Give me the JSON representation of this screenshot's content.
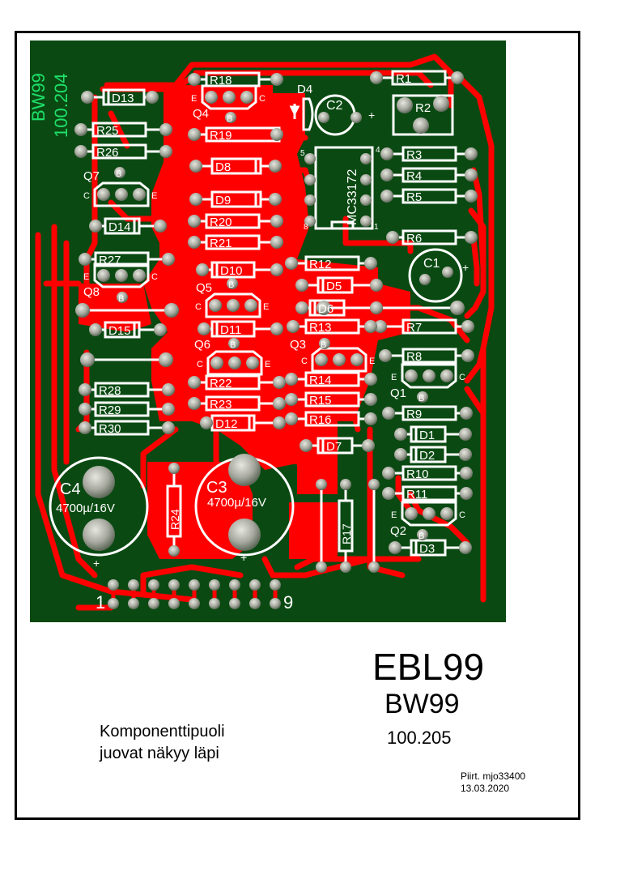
{
  "board": {
    "side_label": "BW99",
    "side_code": "100.204",
    "colors": {
      "substrate": "#0a4a12",
      "copper": "#ff0000",
      "silkscreen": "#ffffff",
      "pad": "#b9bab0",
      "label_green": "#1ee06a"
    }
  },
  "components": {
    "resistors": [
      "R1",
      "R2",
      "R3",
      "R4",
      "R5",
      "R6",
      "R7",
      "R8",
      "R9",
      "R10",
      "R11",
      "R12",
      "R13",
      "R14",
      "R15",
      "R16",
      "R17",
      "R18",
      "R19",
      "R20",
      "R21",
      "R22",
      "R23",
      "R24",
      "R25",
      "R26",
      "R27",
      "R28",
      "R29",
      "R30"
    ],
    "diodes": [
      "D1",
      "D2",
      "D3",
      "D4",
      "D5",
      "D6",
      "D7",
      "D8",
      "D9",
      "D10",
      "D11",
      "D12",
      "D13",
      "D14",
      "D15"
    ],
    "transistors": [
      "Q1",
      "Q2",
      "Q3",
      "Q4",
      "Q5",
      "Q6",
      "Q7",
      "Q8"
    ],
    "pin_letters": {
      "e": "E",
      "b": "B",
      "c": "C"
    },
    "capacitors": {
      "c1": "C1",
      "c2": "C2",
      "c3": "C3",
      "c4": "C4",
      "c3_value": "4700µ/16V",
      "c4_value": "4700µ/16V",
      "plus": "+"
    },
    "ic": {
      "name": "MC33172",
      "pin1": "1",
      "pin4": "4",
      "pin5": "5",
      "pin8": "8"
    },
    "connector": {
      "first_pin": "1",
      "last_pin": "9"
    }
  },
  "title_block": {
    "title": "EBL99",
    "subtitle": "BW99",
    "number": "100.205",
    "description_line1": "Komponenttipuoli",
    "description_line2": "juovat näkyy läpi",
    "drawn_by": "Piirt. mjo33400",
    "date": "13.03.2020"
  }
}
